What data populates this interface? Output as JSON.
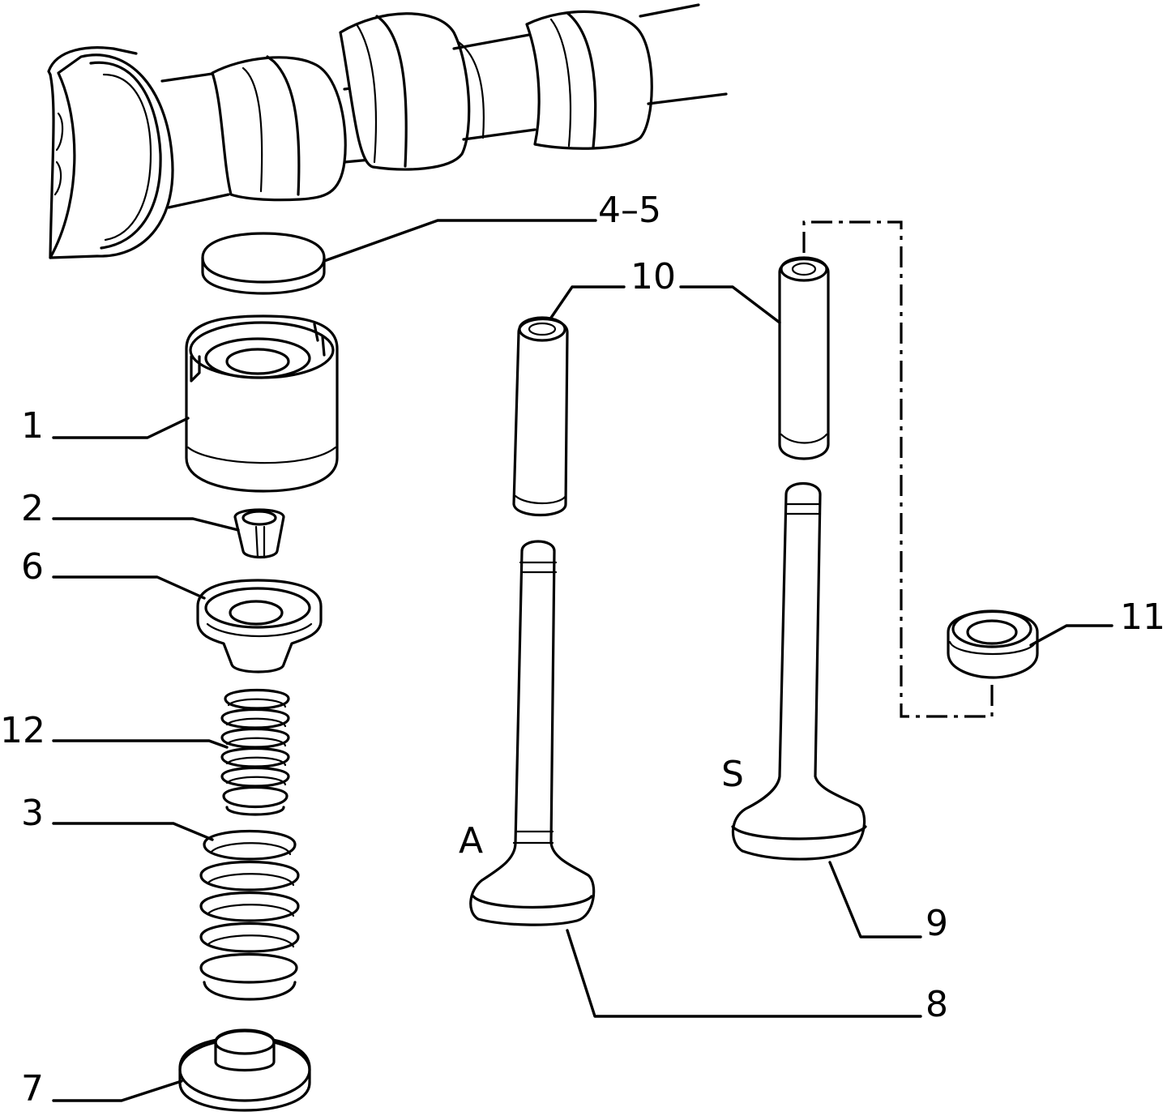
{
  "callouts": {
    "c1": "1",
    "c2": "2",
    "c3": "3",
    "c4_5": "4–5",
    "c6": "6",
    "c7": "7",
    "c8": "8",
    "c9": "9",
    "c10": "10",
    "c11": "11",
    "c12": "12"
  },
  "valve_labels": {
    "intake": "A",
    "exhaust": "S"
  }
}
